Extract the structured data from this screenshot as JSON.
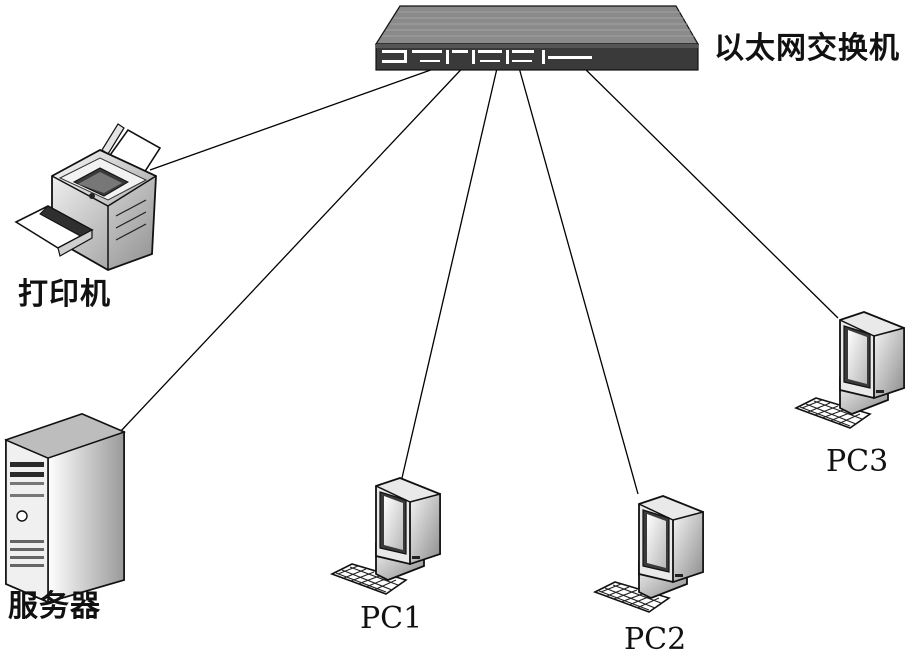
{
  "diagram": {
    "nodes": {
      "switch": {
        "label": "以太网交换机"
      },
      "printer": {
        "label": "打印机"
      },
      "server": {
        "label": "服务器"
      },
      "pc1": {
        "label": "PC1"
      },
      "pc2": {
        "label": "PC2"
      },
      "pc3": {
        "label": "PC3"
      }
    },
    "edges": [
      {
        "from": "switch",
        "to": "printer"
      },
      {
        "from": "switch",
        "to": "server"
      },
      {
        "from": "switch",
        "to": "pc1"
      },
      {
        "from": "switch",
        "to": "pc2"
      },
      {
        "from": "switch",
        "to": "pc3"
      }
    ],
    "colors": {
      "line": "#000000",
      "device_dark": "#333333",
      "device_light": "#e6e6e6"
    }
  }
}
